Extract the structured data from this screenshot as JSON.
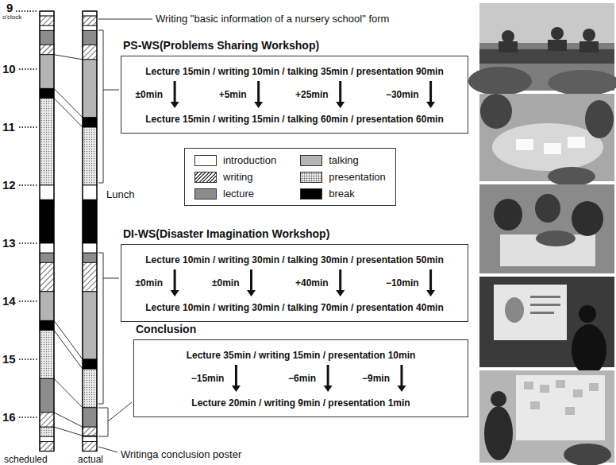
{
  "diagram": {
    "nodes": [
      {
        "text": [
          "PS-WS(Problems Sharing Workshop)",
          "Lecture 15min / writing 10min / talking 35min / presentation 90min",
          "Lecture 15min / writing 15min / talking 60min / presentation 60min"
        ]
      },
      {
        "text": [
          "DI-WS(Disaster Imagination Workshop)",
          "Lecture 10min / writing 30min / talking 30min / presentation 50min",
          "Lecture 10min / writing 30min / talking 70min / presentation 40min"
        ]
      },
      {
        "text": [
          "Conclusion",
          "Lecture 35min / writing 15min / presentation 10min",
          "Lecture 20min / writing 9min / presentation 1min"
        ]
      }
    ],
    "labels": [
      "Writing \"basic information of a nursery school\" form",
      "9",
      "o'clock",
      "10",
      "11",
      "12",
      "13",
      "14",
      "15",
      "16",
      "±0min",
      "+5min",
      "+25min",
      "−30min",
      "Lunch",
      "±0min",
      "±0min",
      "+40min",
      "−10min",
      "−15min",
      "−6min",
      "−9min",
      "Writinga conclusion poster",
      "scheduled",
      "actual"
    ],
    "legend": [
      {
        "text": "introduction",
        "color": "#ffffff"
      },
      {
        "text": "talking",
        "color": "#b4b4b4"
      },
      {
        "text": "writing"
      },
      {
        "text": "presentation"
      },
      {
        "text": "lecture",
        "color": "#8c8c8c"
      },
      {
        "text": "break",
        "color": "#000000"
      }
    ]
  }
}
